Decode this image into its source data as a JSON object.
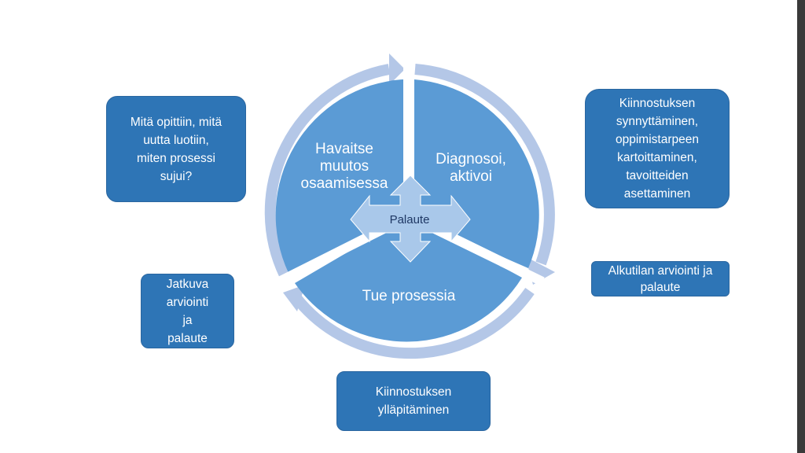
{
  "colors": {
    "pie": "#5b9bd5",
    "ring": "#b4c7e7",
    "center_arrow": "#a9c8ea",
    "box": "#2e75b6",
    "center_text": "#1f3864"
  },
  "cycle": {
    "segment_top_left": "Havaitse\nmuutos\nosaamisessa",
    "segment_top_right": "Diagnosoi,\naktivoi",
    "segment_bottom": "Tue prosessia",
    "center": "Palaute"
  },
  "notes": {
    "top_left": "Mitä opittiin, mitä\nuutta luotiin,\nmiten prosessi\nsujui?",
    "top_right": "Kiinnostuksen\nsynnyttäminen,\noppimistarpeen\nkartoittaminen,\ntavoitteiden\nasettaminen",
    "mid_right": "Alkutilan arviointi ja\npalaute",
    "mid_left": "Jatkuva\narviointi\nja\npalaute",
    "bottom": "Kiinnostuksen\nylläpitäminen"
  }
}
